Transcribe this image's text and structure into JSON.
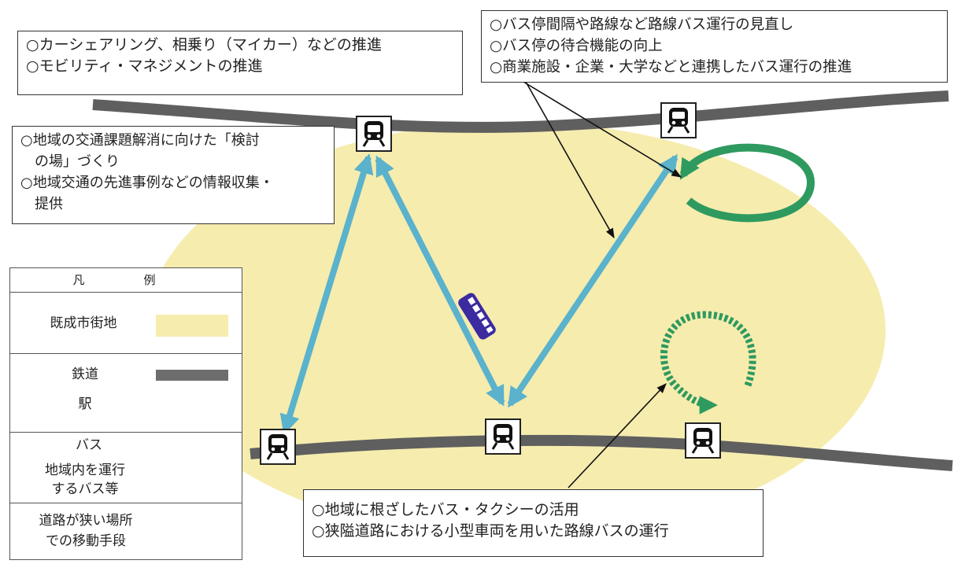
{
  "colors": {
    "urban_area": "#f6ecae",
    "railway": "#5f5f5f",
    "bus_route": "#5ab2cc",
    "local_bus": "#2f9a5f",
    "narrow_road": "#2f9a5f",
    "bus_vehicle": "#3b2aa0"
  },
  "boxes": {
    "top_left": [
      "○カーシェアリング、相乗り（マイカー）などの推進",
      "○モビリティ・マネジメントの推進"
    ],
    "mid_left": [
      "○地域の交通課題解消に向けた「検討",
      "　の場」づくり",
      "○地域交通の先進事例などの情報収集・",
      "　提供"
    ],
    "top_right": [
      "○バス停間隔や路線など路線バス運行の見直し",
      "○バス停の待合機能の向上",
      "○商業施設・企業・大学などと連携したバス運行の推進"
    ],
    "bottom": [
      "○地域に根ざしたバス・タクシーの活用",
      "○狭隘道路における小型車両を用いた路線バスの運行"
    ]
  },
  "legend": {
    "title": "凡　例",
    "urban_area": "既成市街地",
    "railway": "鉄道",
    "station": "駅",
    "bus": "バス",
    "local_bus": [
      "地域内を運行",
      "するバス等"
    ],
    "narrow_road": [
      "道路が狭い場所",
      "での移動手段"
    ]
  },
  "icons": [
    "station-icon",
    "bus-icon",
    "loop-arrow-icon",
    "dashed-loop-arrow-icon"
  ]
}
